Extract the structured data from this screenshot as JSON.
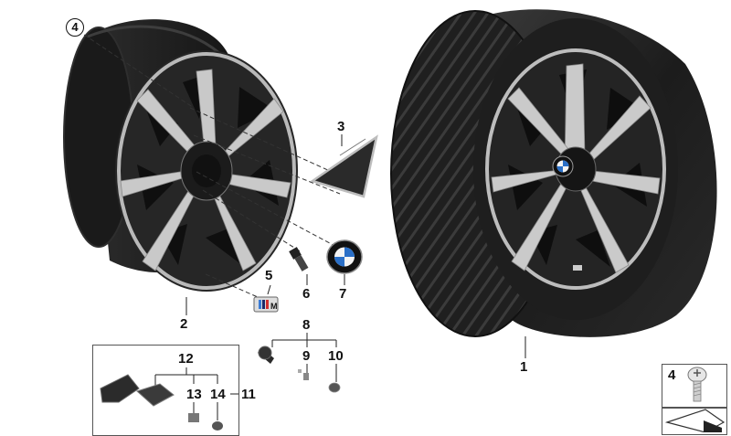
{
  "labels": {
    "wheel_assembly": "1",
    "rim": "2",
    "decor_insert": "3",
    "rim_screw_callout": "4",
    "m_emblem": "5",
    "lug_bolt": "6",
    "hub_cap": "7",
    "valve_group": "8",
    "valve_insert": "9",
    "valve_cap": "10",
    "sensor_group": "11",
    "sensor_unit": "12",
    "sensor_valve": "13",
    "sensor_nut": "14",
    "inset_screw": "4"
  },
  "colors": {
    "tire": "#1c1c1c",
    "rim_dark": "#232323",
    "spoke_face": "#c9c9c9",
    "line": "#222222"
  },
  "icons": [
    "bmw-roundel-icon",
    "m-logo-icon",
    "torx-screw-icon",
    "tire-tread-icon"
  ]
}
